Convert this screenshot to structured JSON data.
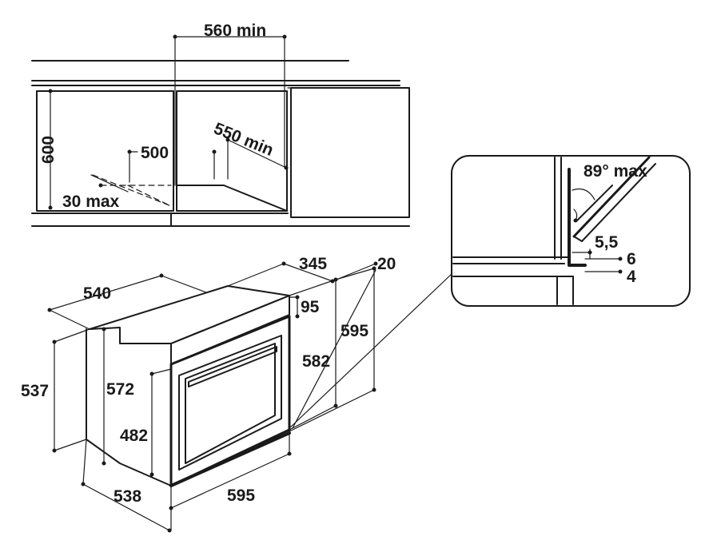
{
  "labels": {
    "niche_width": "560 min",
    "niche_height": "600",
    "niche_depth": "550 min",
    "vent_depth": "500",
    "vent_max": "30 max",
    "door_angle": "89° max",
    "gap_5_5": "5,5",
    "gap_6": "6",
    "gap_4": "4",
    "depth_540": "540",
    "depth_345": "345",
    "offset_20": "20",
    "panel_95": "95",
    "height_595_right": "595",
    "height_582": "582",
    "height_537": "537",
    "height_572": "572",
    "height_482": "482",
    "depth_538": "538",
    "width_595": "595"
  }
}
